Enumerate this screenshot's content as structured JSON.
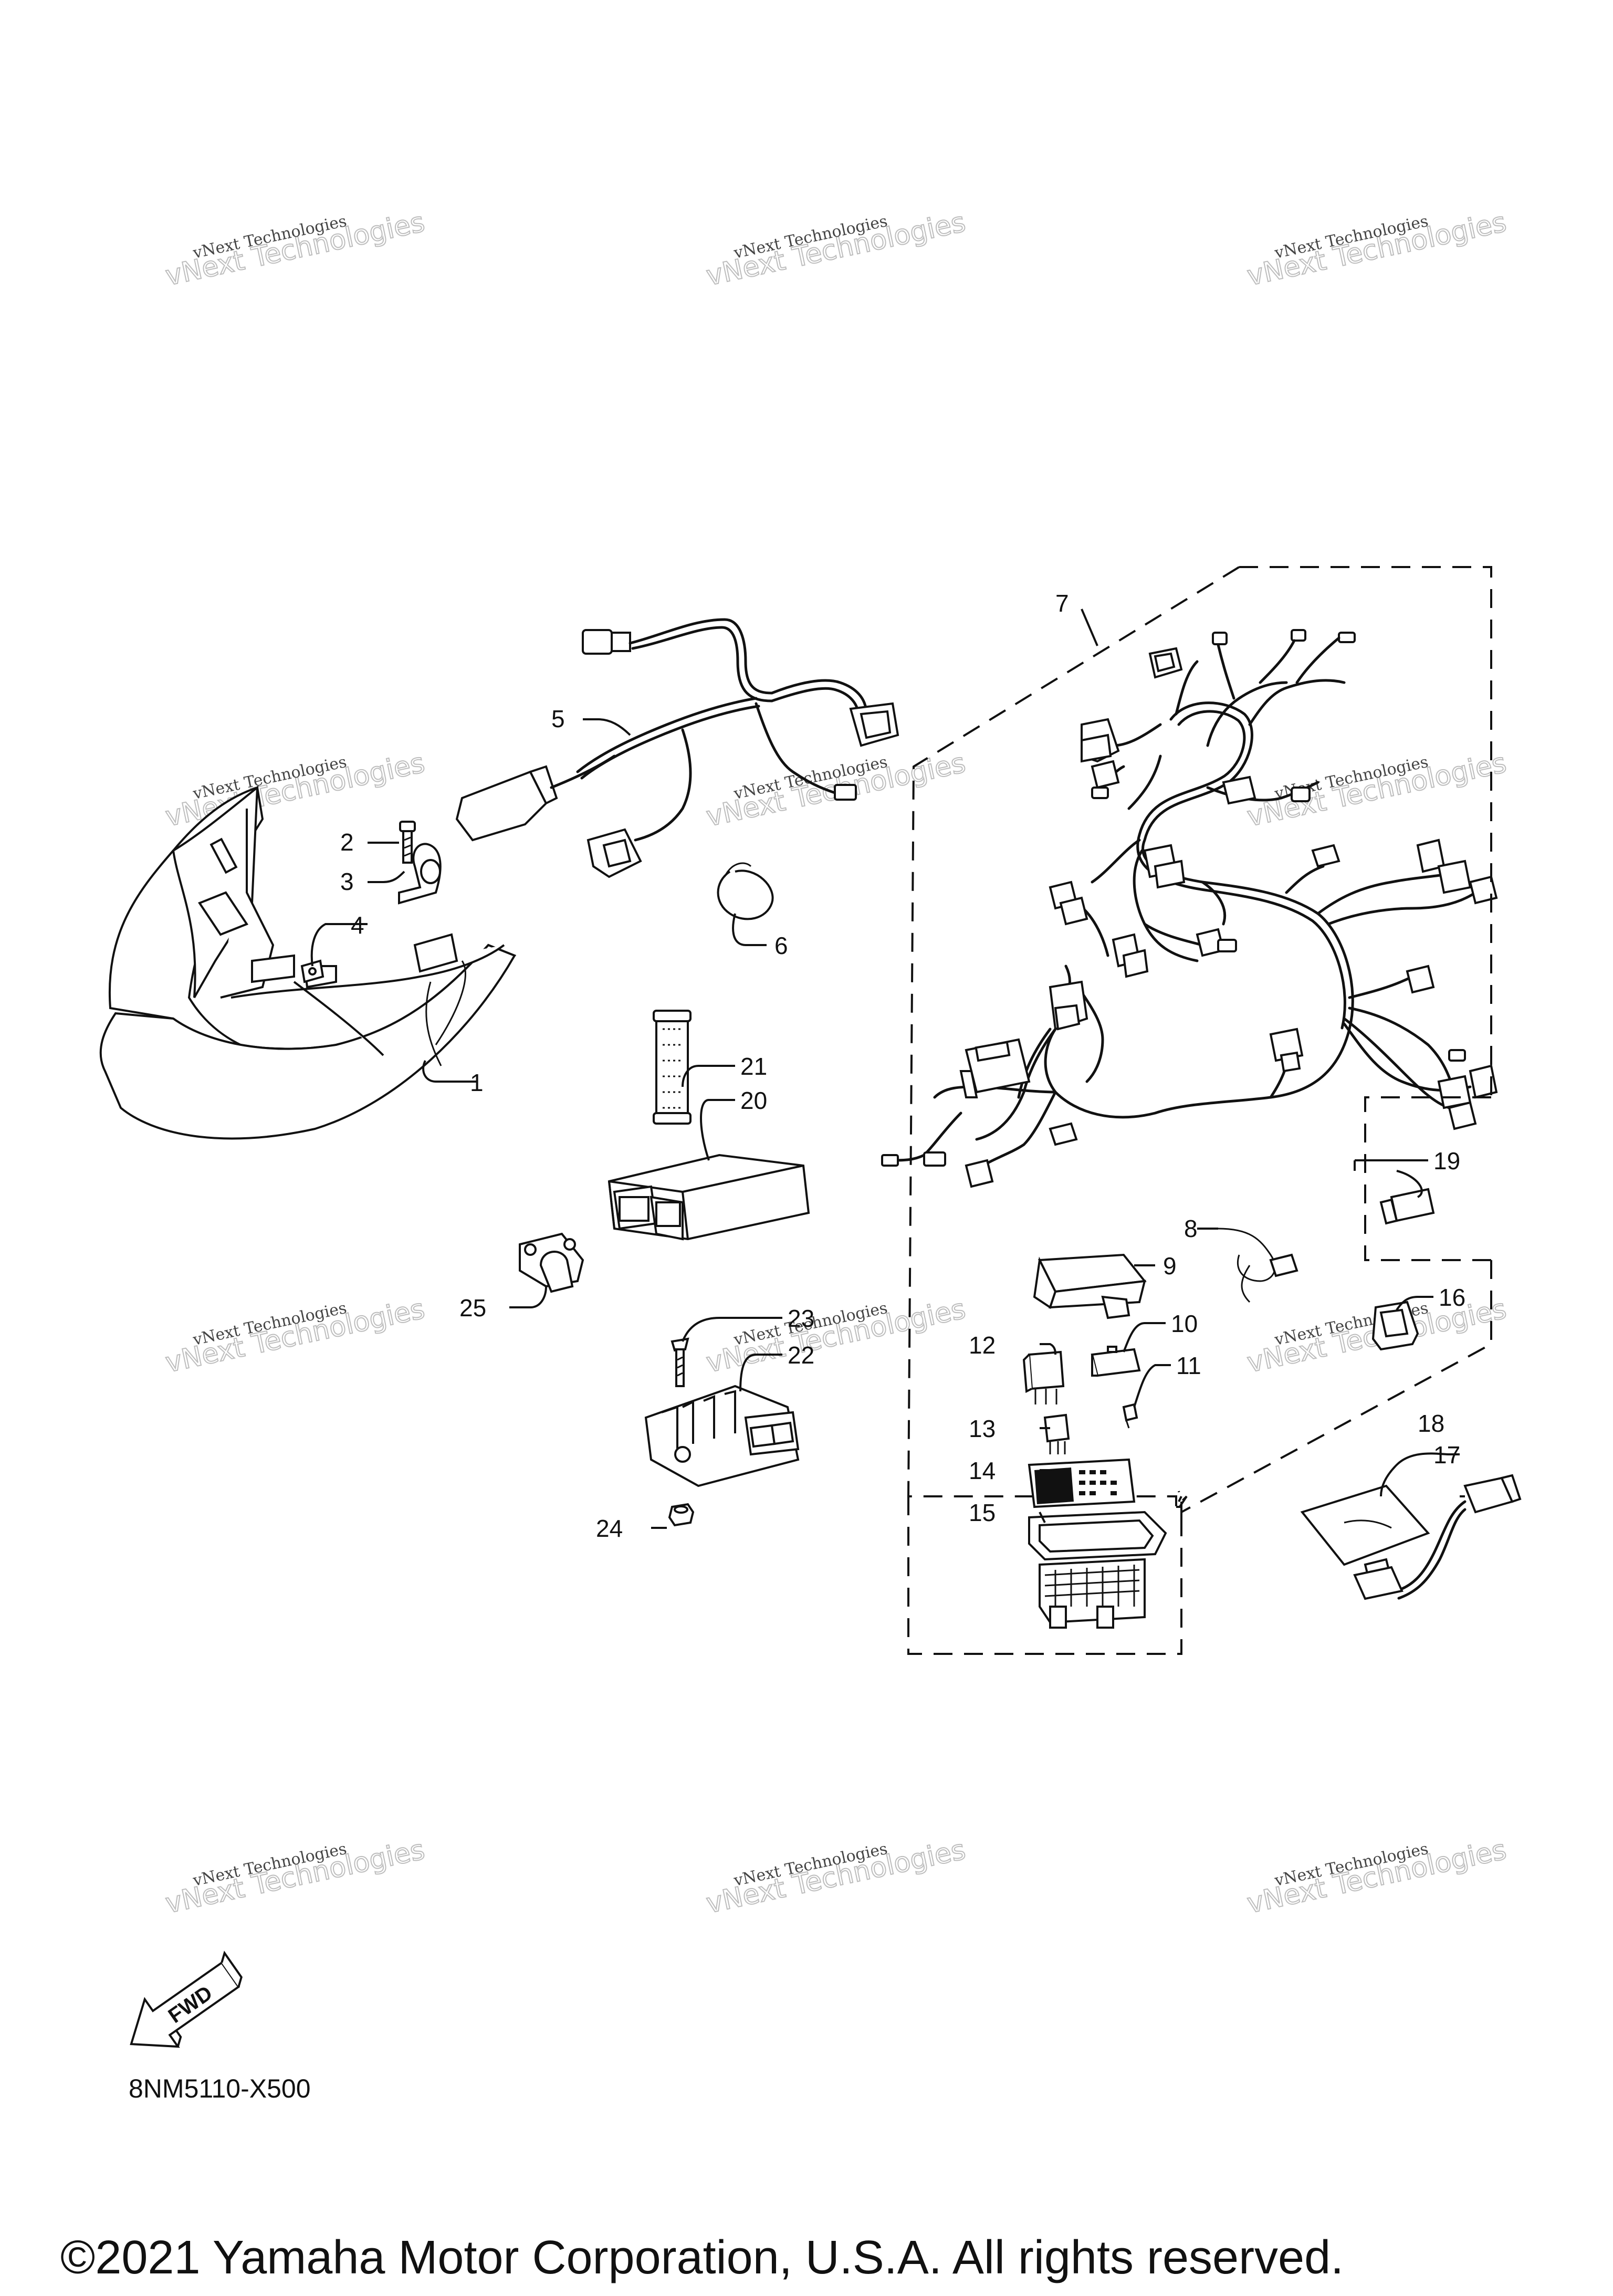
{
  "diagram": {
    "part_code": "8NM5110-X500",
    "copyright": "©2021 Yamaha Motor Corporation, U.S.A. All rights reserved.",
    "fwd_label": "FWD",
    "watermark": {
      "line1": "vNext Technologies",
      "line2": "vNext Technologies"
    },
    "callouts": [
      "1",
      "2",
      "3",
      "4",
      "5",
      "6",
      "7",
      "8",
      "9",
      "10",
      "11",
      "12",
      "13",
      "14",
      "15",
      "16",
      "17",
      "18",
      "19",
      "20",
      "21",
      "22",
      "23",
      "24",
      "25"
    ]
  }
}
